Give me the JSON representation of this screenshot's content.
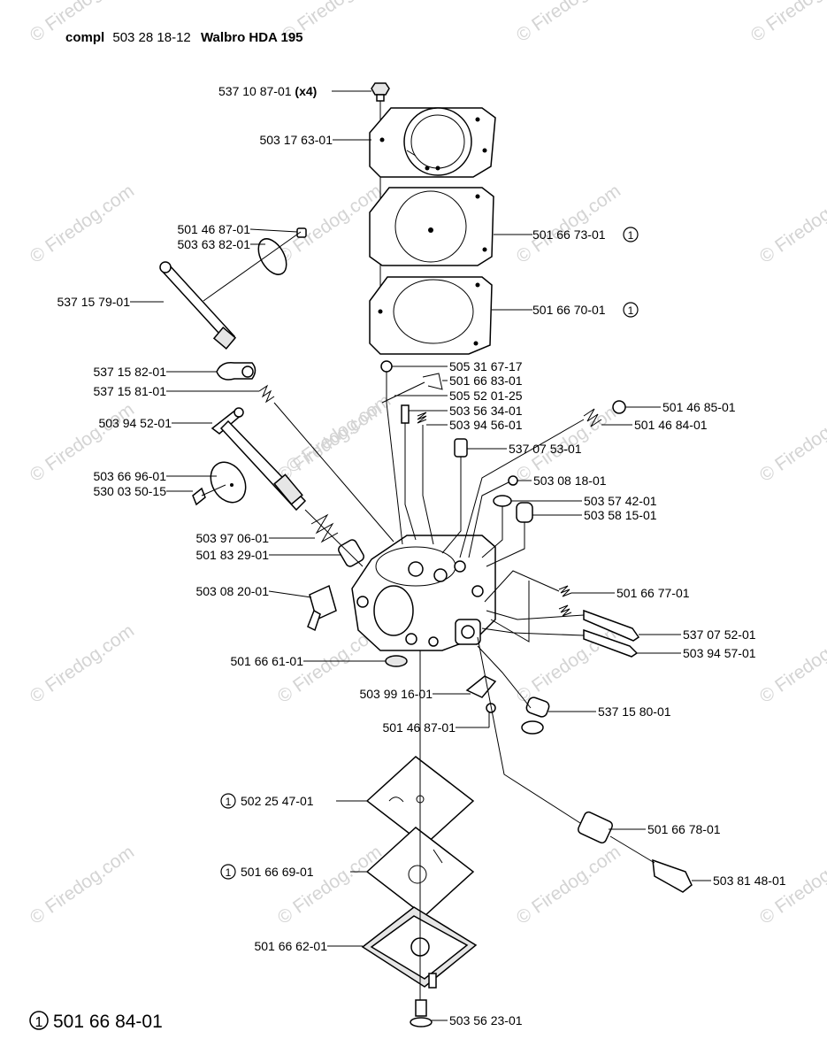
{
  "header": {
    "prefix": "compl",
    "code": "503 28 18-12",
    "model": "Walbro HDA 195"
  },
  "watermark": "© Firedog.com",
  "kit_symbol": "1",
  "footer_kit": "501 66 84-01",
  "parts": [
    "537 10 87-01",
    "503 17 63-01",
    "501 66 73-01",
    "501 66 70-01",
    "501 46 87-01",
    "503 63 82-01",
    "537 15 79-01",
    "537 15 82-01",
    "537 15 81-01",
    "503 94 52-01",
    "503 66 96-01",
    "530 03 50-15",
    "503 97 06-01",
    "501 83 29-01",
    "503 08 20-01",
    "501 66 61-01",
    "503 99 16-01",
    "501 46 87-01",
    "505 31 67-17",
    "501 66 83-01",
    "505 52 01-25",
    "503 56 34-01",
    "503 94 56-01",
    "501 46 85-01",
    "501 46 84-01",
    "537 07 53-01",
    "503 08 18-01",
    "503 57 42-01",
    "503 58 15-01",
    "501 66 77-01",
    "537 07 52-01",
    "503 94 57-01",
    "537 15 80-01",
    "502 25 47-01",
    "501 66 69-01",
    "501 66 62-01",
    "501 66 78-01",
    "503 81 48-01",
    "503 56 23-01"
  ],
  "qty_suffix": "(x4)"
}
